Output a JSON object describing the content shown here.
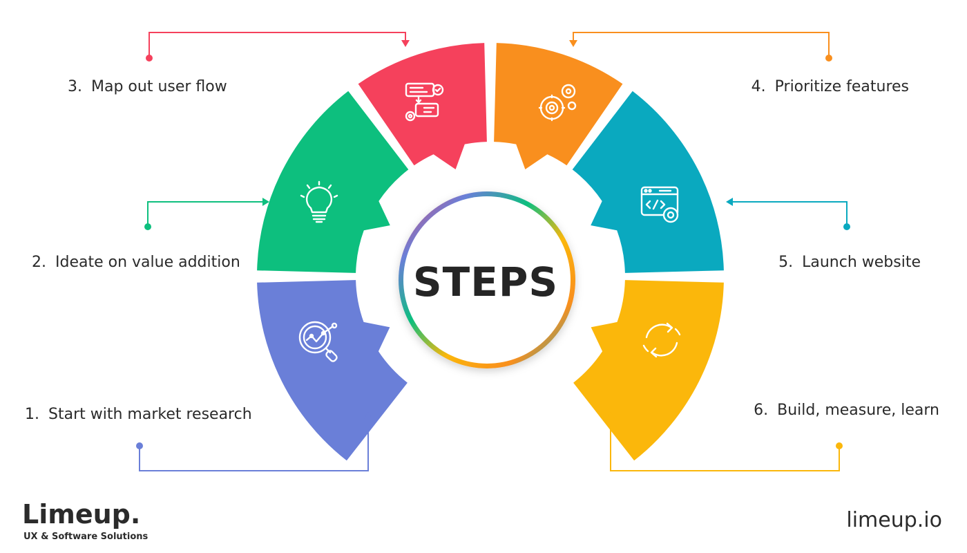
{
  "title": "STEPS",
  "steps": [
    {
      "number": "1.",
      "label": "Start with market research",
      "color": "#6a7fd8",
      "icon": "magnifier-chart-icon"
    },
    {
      "number": "2.",
      "label": "Ideate  on value addition",
      "color": "#0dbf7e",
      "icon": "lightbulb-icon"
    },
    {
      "number": "3.",
      "label": "Map out user flow",
      "color": "#f5415c",
      "icon": "flowchart-icon"
    },
    {
      "number": "4.",
      "label": "Prioritize features",
      "color": "#f98f1e",
      "icon": "gears-icon"
    },
    {
      "number": "5.",
      "label": "Launch website",
      "color": "#0aa9bf",
      "icon": "browser-code-icon"
    },
    {
      "number": "6.",
      "label": "Build, measure, learn",
      "color": "#fbb70b",
      "icon": "refresh-cycle-icon"
    }
  ],
  "brand": {
    "logo": "Limeup.",
    "tagline": "UX & Software Solutions",
    "url": "limeup.io"
  }
}
